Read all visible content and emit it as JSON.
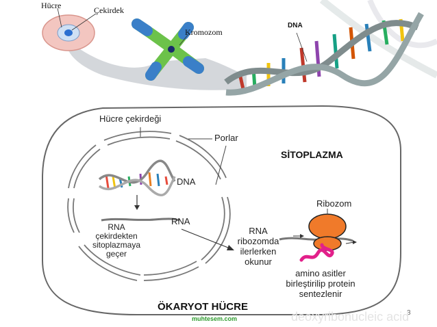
{
  "top": {
    "label_cell": "Hücre",
    "label_nucleus": "Çekirdek",
    "label_chromosome": "Kromozom",
    "label_dna": "DNA"
  },
  "diagram": {
    "nucleus_label": "Hücre çekirdeği",
    "pores_label": "Porlar",
    "cytoplasm_label": "SİTOPLAZMA",
    "dna_label": "DNA",
    "rna_label_inner": "RNA",
    "rna_label_right": "RNA",
    "rna_desc": [
      "RNA",
      "çekirdekten",
      "sitoplazmaya",
      "geçer"
    ],
    "ribosome_label": "Ribozom",
    "rna_ribo_desc": [
      "RNA",
      "ribozomda",
      "ilerlerken",
      "okunur"
    ],
    "protein_desc": [
      "amino asitler",
      "birleştirilip protein",
      "sentezlenir"
    ],
    "cell_title": "ÖKARYOT HÜCRE",
    "source_mark": "muhtesem.com",
    "page_number": "3",
    "watermark": "deoxyribonucleic acid"
  },
  "colors": {
    "ribosome": "#f07a2a",
    "amino_chain": "#e2208a",
    "chromosome_green": "#6cc24a",
    "chromosome_blue": "#3a7fc8",
    "nucleus_center": "#2c6fd0"
  }
}
